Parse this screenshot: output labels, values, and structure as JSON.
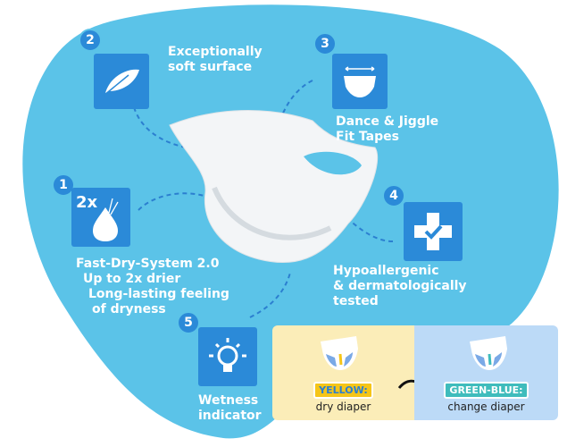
{
  "colors": {
    "blob": "#5bc3e8",
    "icon_bg": "#2b8ad8",
    "yellow": "#f5c518",
    "teal": "#3fbcbc",
    "dry_bg": "#fbedb8",
    "change_bg": "#bcdaf7"
  },
  "features": [
    {
      "number": "1",
      "icon": "fast-dry-drop-icon",
      "icon_text": "2x",
      "lines": [
        "Fast-Dry-System 2.0",
        "Up to 2x drier",
        "Long-lasting feeling",
        "of dryness"
      ]
    },
    {
      "number": "2",
      "icon": "feather-icon",
      "lines": [
        "Exceptionally",
        "soft surface"
      ]
    },
    {
      "number": "3",
      "icon": "diaper-fit-icon",
      "lines": [
        "Dance & Jiggle",
        "Fit Tapes"
      ]
    },
    {
      "number": "4",
      "icon": "medical-cross-check-icon",
      "lines": [
        "Hypoallergenic",
        "& dermatologically",
        "tested"
      ]
    },
    {
      "number": "5",
      "icon": "lightbulb-icon",
      "lines": [
        "Wetness",
        "indicator"
      ]
    }
  ],
  "indicator": {
    "dry_tag": "YELLOW:",
    "dry_text": "dry diaper",
    "change_tag": "GREEN-BLUE:",
    "change_text": "change diaper"
  }
}
